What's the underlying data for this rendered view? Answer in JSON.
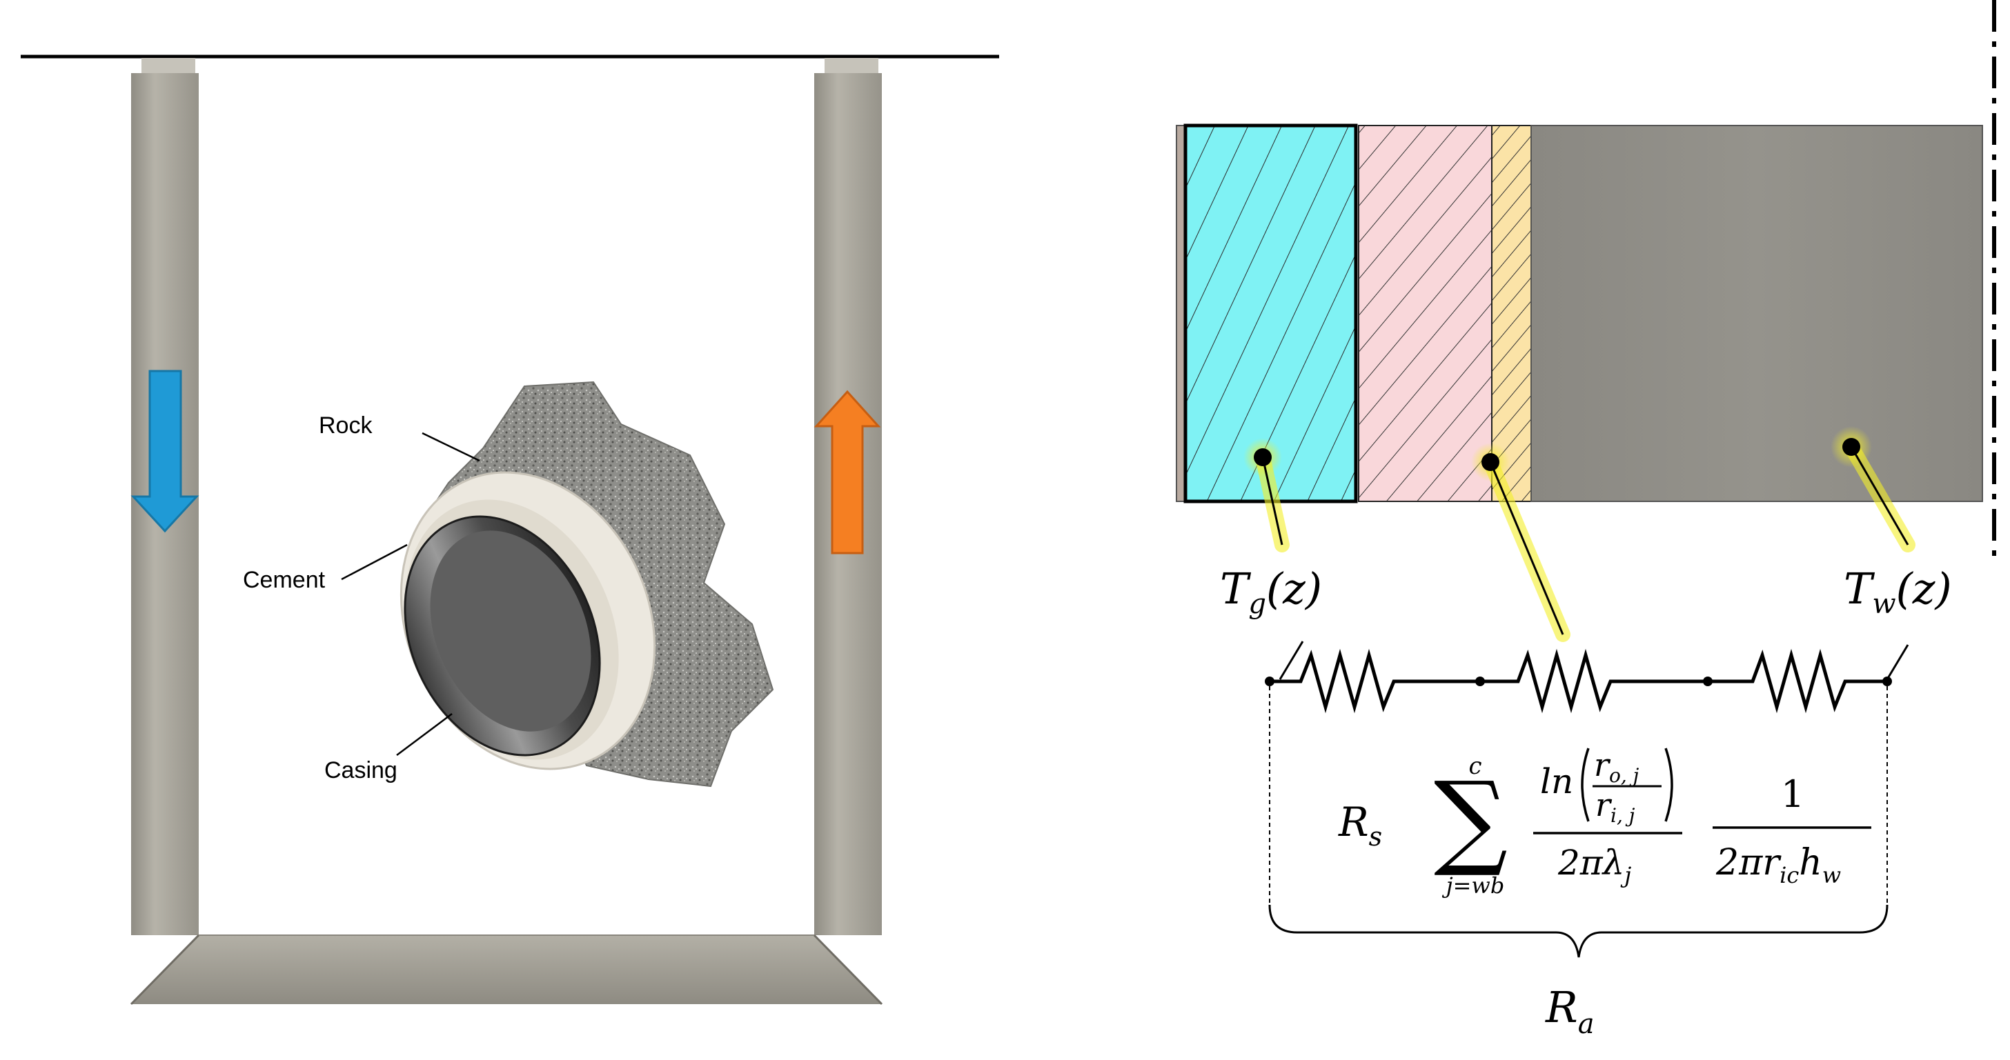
{
  "labels": {
    "rock": "Rock",
    "cement": "Cement",
    "casing": "Casing"
  },
  "temperatures": {
    "ground_var": "T",
    "ground_sub": "g",
    "ground_arg": "(z)",
    "water_var": "T",
    "water_sub": "w",
    "water_arg": "(z)"
  },
  "resistances": {
    "soil_var": "R",
    "soil_sub": "s",
    "sum_upper": "c",
    "sum_lower": "j=wb",
    "ln_text": "ln",
    "r_outer_var": "r",
    "r_outer_sub": "o, j",
    "r_inner_var": "r",
    "r_inner_sub": "i, j",
    "cond_den_prefix": "2π",
    "cond_den_var": "λ",
    "cond_den_sub": "j",
    "conv_num": "1",
    "conv_den_prefix": "2π",
    "conv_den_var1": "r",
    "conv_den_sub1": "ic",
    "conv_den_var2": "h",
    "conv_den_sub2": "w",
    "total_var": "R",
    "total_sub": "a"
  },
  "colors": {
    "pipe": "#a9a69c",
    "down_arrow": "#1f9ad6",
    "up_arrow": "#f57f22",
    "rock_layer": "#7ff2f4",
    "cement_layer": "#f9d7da",
    "casing_layer": "#fbe3a7",
    "fluid": "#8d8b85",
    "highlight": "#f3ee2a"
  }
}
